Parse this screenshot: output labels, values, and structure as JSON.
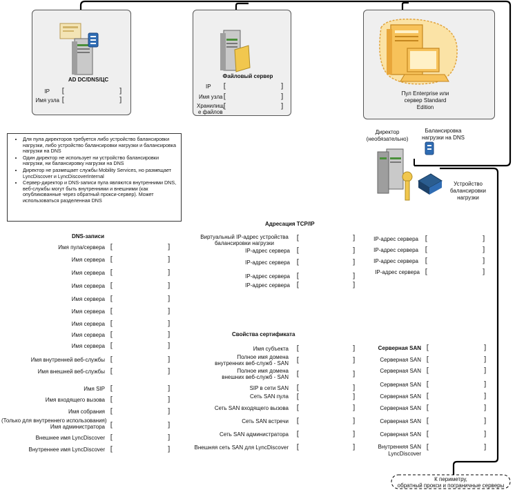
{
  "servers": {
    "ad": {
      "title": "AD DC/DNS/ЦС",
      "ip_label": "IP",
      "host_label": "Имя узла"
    },
    "file": {
      "title": "Файловый сервер",
      "ip_label": "IP",
      "host_label": "Имя узла",
      "share_label_1": "Хранилищ",
      "share_label_2": "е файлов"
    },
    "pool": {
      "title_1": "Пул Enterprise или",
      "title_2": "сервер Standard",
      "title_3": "Edition"
    }
  },
  "director": {
    "label_1": "Директор",
    "label_2": "(необязательно)",
    "dns_lb_1": "Балансировка",
    "dns_lb_2": "нагрузки на DNS",
    "device_1": "Устройство",
    "device_2": "балансировки",
    "device_3": "нагрузки"
  },
  "notes": [
    "Для пула директоров требуется либо устройство балансировки нагрузки, либо устройство балансировки нагрузки и балансировка нагрузки на DNS",
    "Один директор не использует ни устройство балансировки нагрузки, ни балансировку нагрузки на DNS",
    "Директор не размещает службы Mobility Services, но размещает LyncDiscover и LyncDiscoverInternal",
    "Сервер-директор и DNS-записи пула являются внутренними DNS, веб-службы могут быть внутренними и внешними (как опубликованные через обратный прокси-сервер). Может использоваться разделенная DNS"
  ],
  "dns": {
    "heading": "DNS-записи",
    "rows": [
      "Имя пула/сервера",
      "Имя сервера",
      "Имя сервера",
      "Имя сервера",
      "Имя сервера",
      "Имя сервера",
      "Имя сервера",
      "Имя сервера",
      "Имя сервера",
      "Имя внутренней веб-службы",
      "Имя внешней веб-службы",
      "Имя SIP",
      "Имя входящего вызова",
      "Имя собрания",
      "(Только для внутреннего использования)",
      "Имя администратора",
      "Внешнее имя LyncDiscover",
      "Внутреннее имя LyncDiscover"
    ]
  },
  "tcpip": {
    "heading": "Адресация TCP/IP",
    "vip_1": "Виртуальный IP-адрес устройства",
    "vip_2": "балансировки нагрузки",
    "left_rows": [
      "IP-адрес сервера",
      "IP-адрес сервера",
      "IP-адрес сервера",
      "IP-адрес сервера"
    ],
    "right_rows": [
      "IP-адрес сервера",
      "IP-адрес сервера",
      "IP-адрес сервера",
      "IP-адрес сервера"
    ]
  },
  "cert": {
    "heading": "Свойства сертификата",
    "left_rows": [
      "Имя субъекта",
      "Полное имя домена",
      "внутренних веб-служб - SAN",
      "Полное имя домена",
      "внешних веб-служб - SAN",
      "SIP в сети SAN",
      "Сеть SAN пула",
      "Сеть SAN входящего вызова",
      "Сеть SAN встречи",
      "Сеть SAN администратора",
      "Внешняя сеть SAN для LyncDiscover"
    ],
    "right_rows": [
      "Серверная SAN",
      "Серверная SAN",
      "Серверная SAN",
      "Серверная SAN",
      "Серверная SAN",
      "Серверная SAN",
      "Серверная SAN",
      "Серверная SAN",
      "Внутренняя SAN",
      "LyncDiscover"
    ]
  },
  "perimeter": {
    "line_1": "К периметру,",
    "line_2": "обратный прокси и пограничные серверы"
  },
  "colors": {
    "card": "#efefef",
    "pool_fill": "#f7c25a",
    "line": "#000000"
  }
}
